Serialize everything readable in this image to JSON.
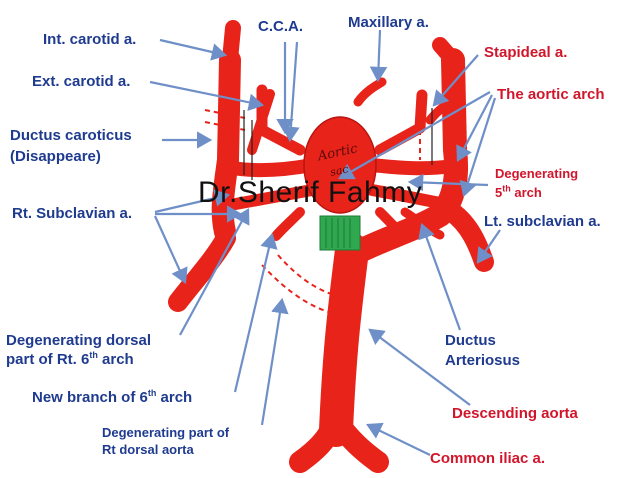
{
  "watermark": "Dr.Sherif Fahmy",
  "sac_text_line1": "Aortic",
  "sac_text_line2": "sac",
  "labels": {
    "int_carotid": "Int. carotid a.",
    "cca": "C.C.A.",
    "maxillary": "Maxillary a.",
    "stapideal": "Stapideal a.",
    "ext_carotid": "Ext. carotid a.",
    "aortic_arch": "The aortic arch",
    "ductus_caroticus_1": "Ductus caroticus",
    "ductus_caroticus_2": "(Disappeare)",
    "degenerating_5th_1": "Degenerating",
    "degenerating_5th_2a": "5",
    "degenerating_5th_sup": "th",
    "degenerating_5th_2b": " arch",
    "rt_subclavian": "Rt. Subclavian a.",
    "lt_subclavian": "Lt. subclavian a.",
    "deg_dorsal_1": "Degenerating dorsal",
    "deg_dorsal_2a": "part of Rt. 6",
    "deg_dorsal_sup": "th",
    "deg_dorsal_2b": " arch",
    "ductus_arteriosus_1": "Ductus",
    "ductus_arteriosus_2": "Arteriosus",
    "new_branch_a": "New branch of 6",
    "new_branch_sup": "th",
    "new_branch_b": " arch",
    "descending_aorta": "Descending aorta",
    "deg_rt_dorsal_1": "Degenerating  part of",
    "deg_rt_dorsal_2": "Rt dorsal aorta",
    "common_iliac": "Common iliac a."
  },
  "colors": {
    "artery": "#e8231a",
    "artery_edge": "#b81410",
    "label_blue": "#1f3b8f",
    "label_red": "#d1162c",
    "arrow": "#6f8fc8",
    "trunk": "#2fa84f"
  }
}
